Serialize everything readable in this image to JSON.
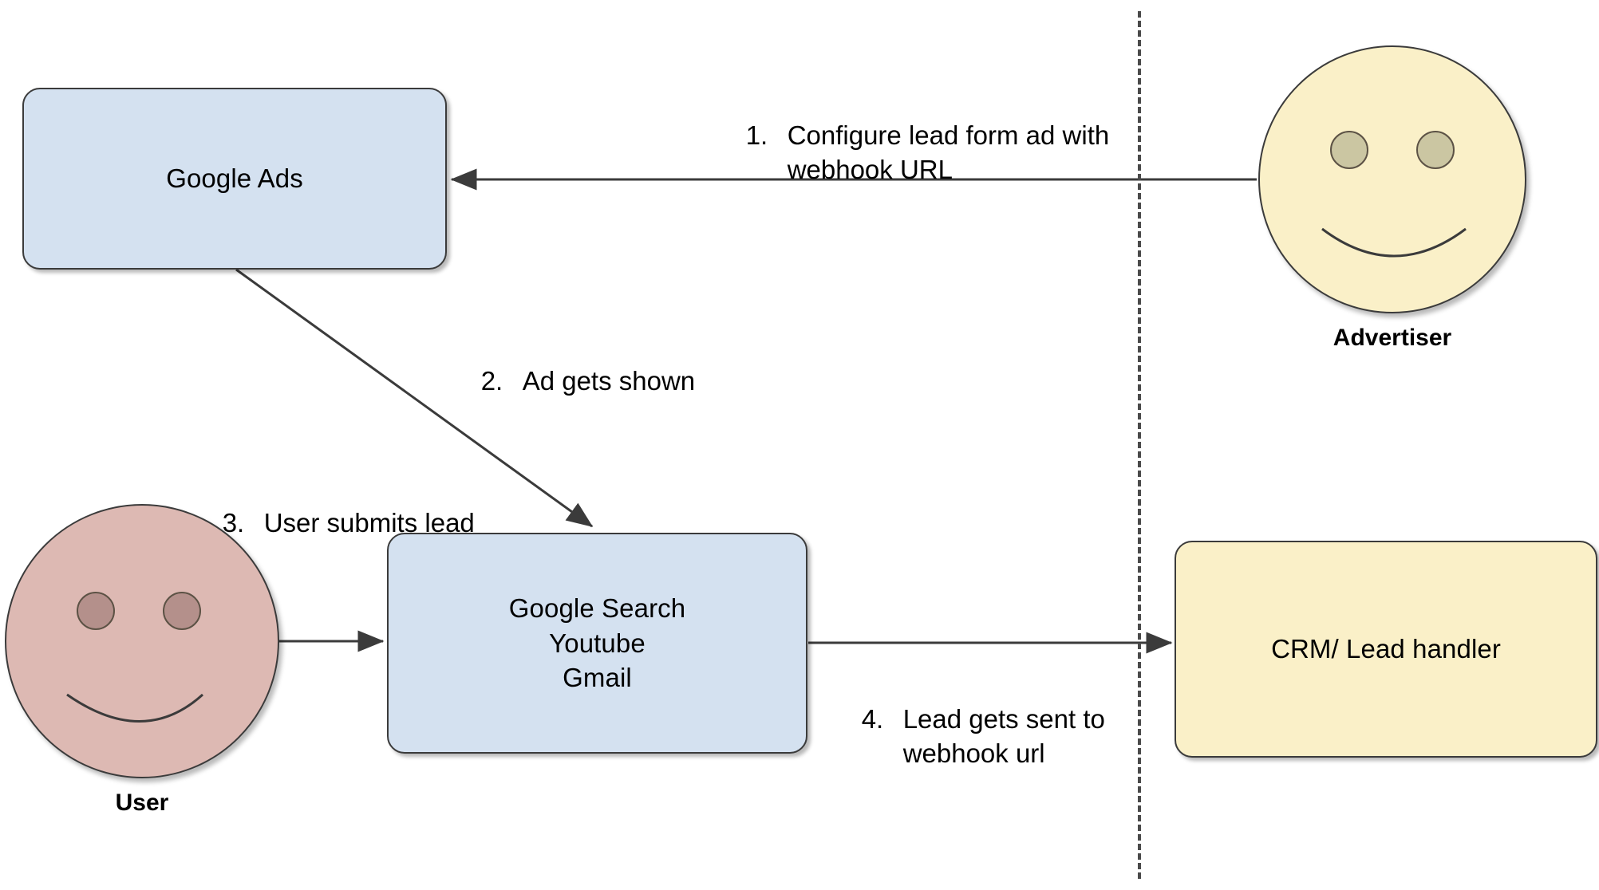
{
  "diagram": {
    "title": "Google Ads lead form webhook flow",
    "background": "#ffffff",
    "boundary": {
      "name": "google-advertiser-boundary",
      "style": "dashed",
      "color": "#4a4a4a"
    },
    "colors": {
      "box_blue": "#d4e1f0",
      "box_cream": "#faf0c8",
      "user_rose": "#ddb9b3",
      "user_eye": "#b4908b",
      "advertiser_eye": "#cbc6a2",
      "stroke": "#3b3b3b",
      "text": "#000000"
    }
  },
  "nodes": {
    "google_ads": {
      "label": "Google Ads",
      "shape": "rounded-rect",
      "fill": "#d4e1f0"
    },
    "google_properties": {
      "lines": [
        "Google Search",
        "Youtube",
        "Gmail"
      ],
      "line1": "Google Search",
      "line2": "Youtube",
      "line3": "Gmail",
      "shape": "rounded-rect",
      "fill": "#d4e1f0"
    },
    "crm": {
      "label": "CRM/ Lead handler",
      "shape": "rounded-rect",
      "fill": "#faf0c8"
    },
    "advertiser": {
      "label": "Advertiser",
      "shape": "smiley-circle",
      "fill": "#faf0c8"
    },
    "user": {
      "label": "User",
      "shape": "smiley-circle",
      "fill": "#ddb9b3"
    }
  },
  "steps": [
    {
      "number": "1.",
      "line1": "Configure lead form ad with",
      "line2": "webhook URL",
      "from": "advertiser",
      "to": "google_ads"
    },
    {
      "number": "2.",
      "line1": "Ad gets shown",
      "line2": "",
      "from": "google_ads",
      "to": "google_properties"
    },
    {
      "number": "3.",
      "line1": "User submits lead",
      "line2": "",
      "from": "user",
      "to": "google_properties"
    },
    {
      "number": "4.",
      "line1": "Lead gets sent to",
      "line2": "webhook url",
      "from": "google_properties",
      "to": "crm"
    }
  ]
}
